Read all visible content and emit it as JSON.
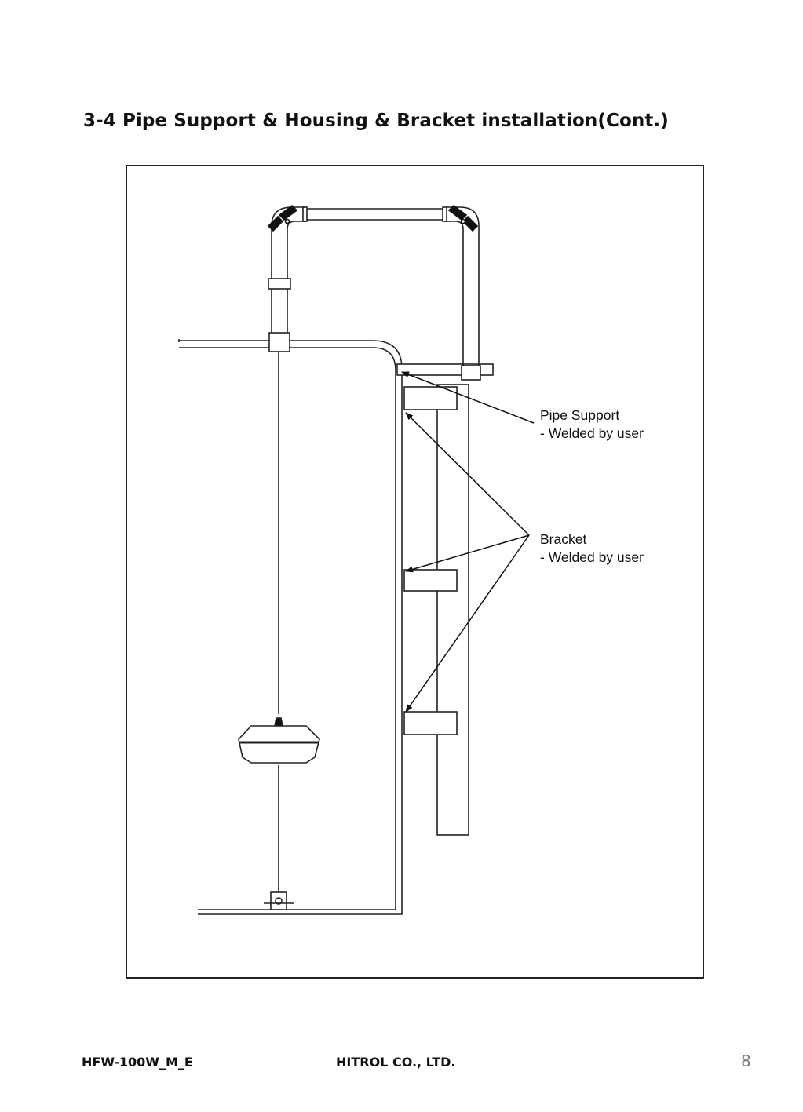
{
  "header": {
    "title": "3-4 Pipe Support & Housing & Bracket installation(Cont.)"
  },
  "figure": {
    "callouts": {
      "pipe_support": {
        "label": "Pipe Support",
        "note": "- Welded by user"
      },
      "bracket": {
        "label": "Bracket",
        "note": "- Welded by user"
      }
    }
  },
  "footer": {
    "doc_code": "HFW-100W_M_E",
    "company": "HITROL CO., LTD.",
    "page_number": "8"
  }
}
